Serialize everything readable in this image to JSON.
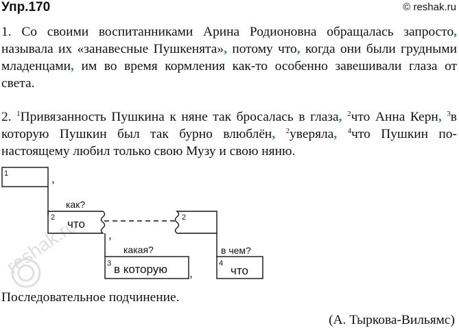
{
  "header": {
    "title": "Упр.170",
    "site": "© reshak.ru"
  },
  "paragraph1": {
    "number": "1.",
    "t1": "Со своими воспитанниками Арина Родионовна обращалась запросто",
    "c1": ",",
    "t2": "называла их «занавесные Пушкенята»",
    "c2": ",",
    "t3": "потому что",
    "c3": ",",
    "t4": "когда они были грудными младенцами",
    "c4": ",",
    "t5": "им во время кормления как-то особенно завешивали глаза от света."
  },
  "paragraph2": {
    "number": "2.",
    "s1": "1",
    "t1": "Привязанность Пушкина к няне так бросалась в глаза",
    "c1": ",",
    "s2": "2",
    "t2": "что Анна Керн",
    "c2": ",",
    "s3": "3",
    "t3": "в которую Пушкин был так бурно влюблён",
    "c3": ",",
    "s4": "2",
    "t4": "уверяла",
    "c4": ",",
    "s5": "4",
    "t5": "что Пушкин по-настоящему любил только свою Музу и свою няню."
  },
  "diagram": {
    "box1_num": "1",
    "box2_num": "2",
    "box2_word": "что",
    "box2b_num": "2",
    "box3_num": "3",
    "box3_word": "в которую",
    "box4_num": "4",
    "box4_word": "что",
    "q1": "как?",
    "q2": "какая?",
    "q3": "в чем?",
    "comma": ","
  },
  "summary": "Последовательное подчинение.",
  "author": "(А. Тыркова-Вильямс)",
  "watermark": "reshak.ru",
  "colors": {
    "accent_comma": "#2a9a3a",
    "text": "#111111"
  }
}
